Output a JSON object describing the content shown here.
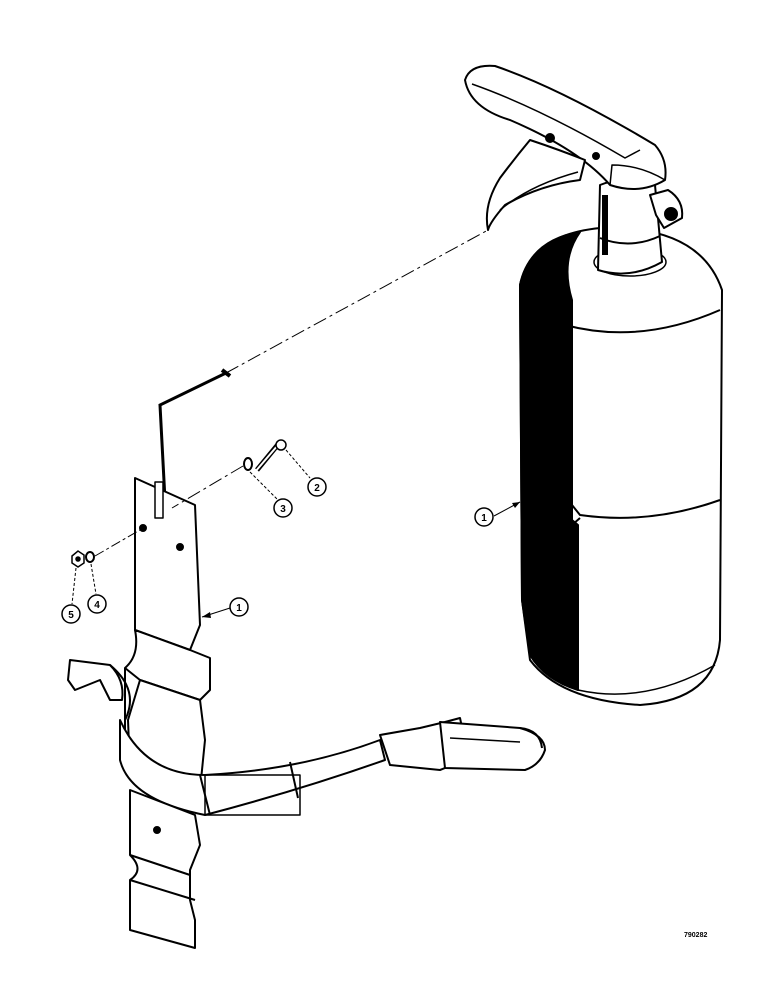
{
  "callouts": [
    {
      "id": "extinguisher",
      "label": "1"
    },
    {
      "id": "bracket",
      "label": "1"
    },
    {
      "id": "bolt",
      "label": "2"
    },
    {
      "id": "washer",
      "label": "3"
    },
    {
      "id": "lock-washer",
      "label": "4"
    },
    {
      "id": "nut",
      "label": "5"
    }
  ],
  "figure_reference": "790282",
  "colors": {
    "ink": "#000000",
    "paper": "#ffffff"
  }
}
